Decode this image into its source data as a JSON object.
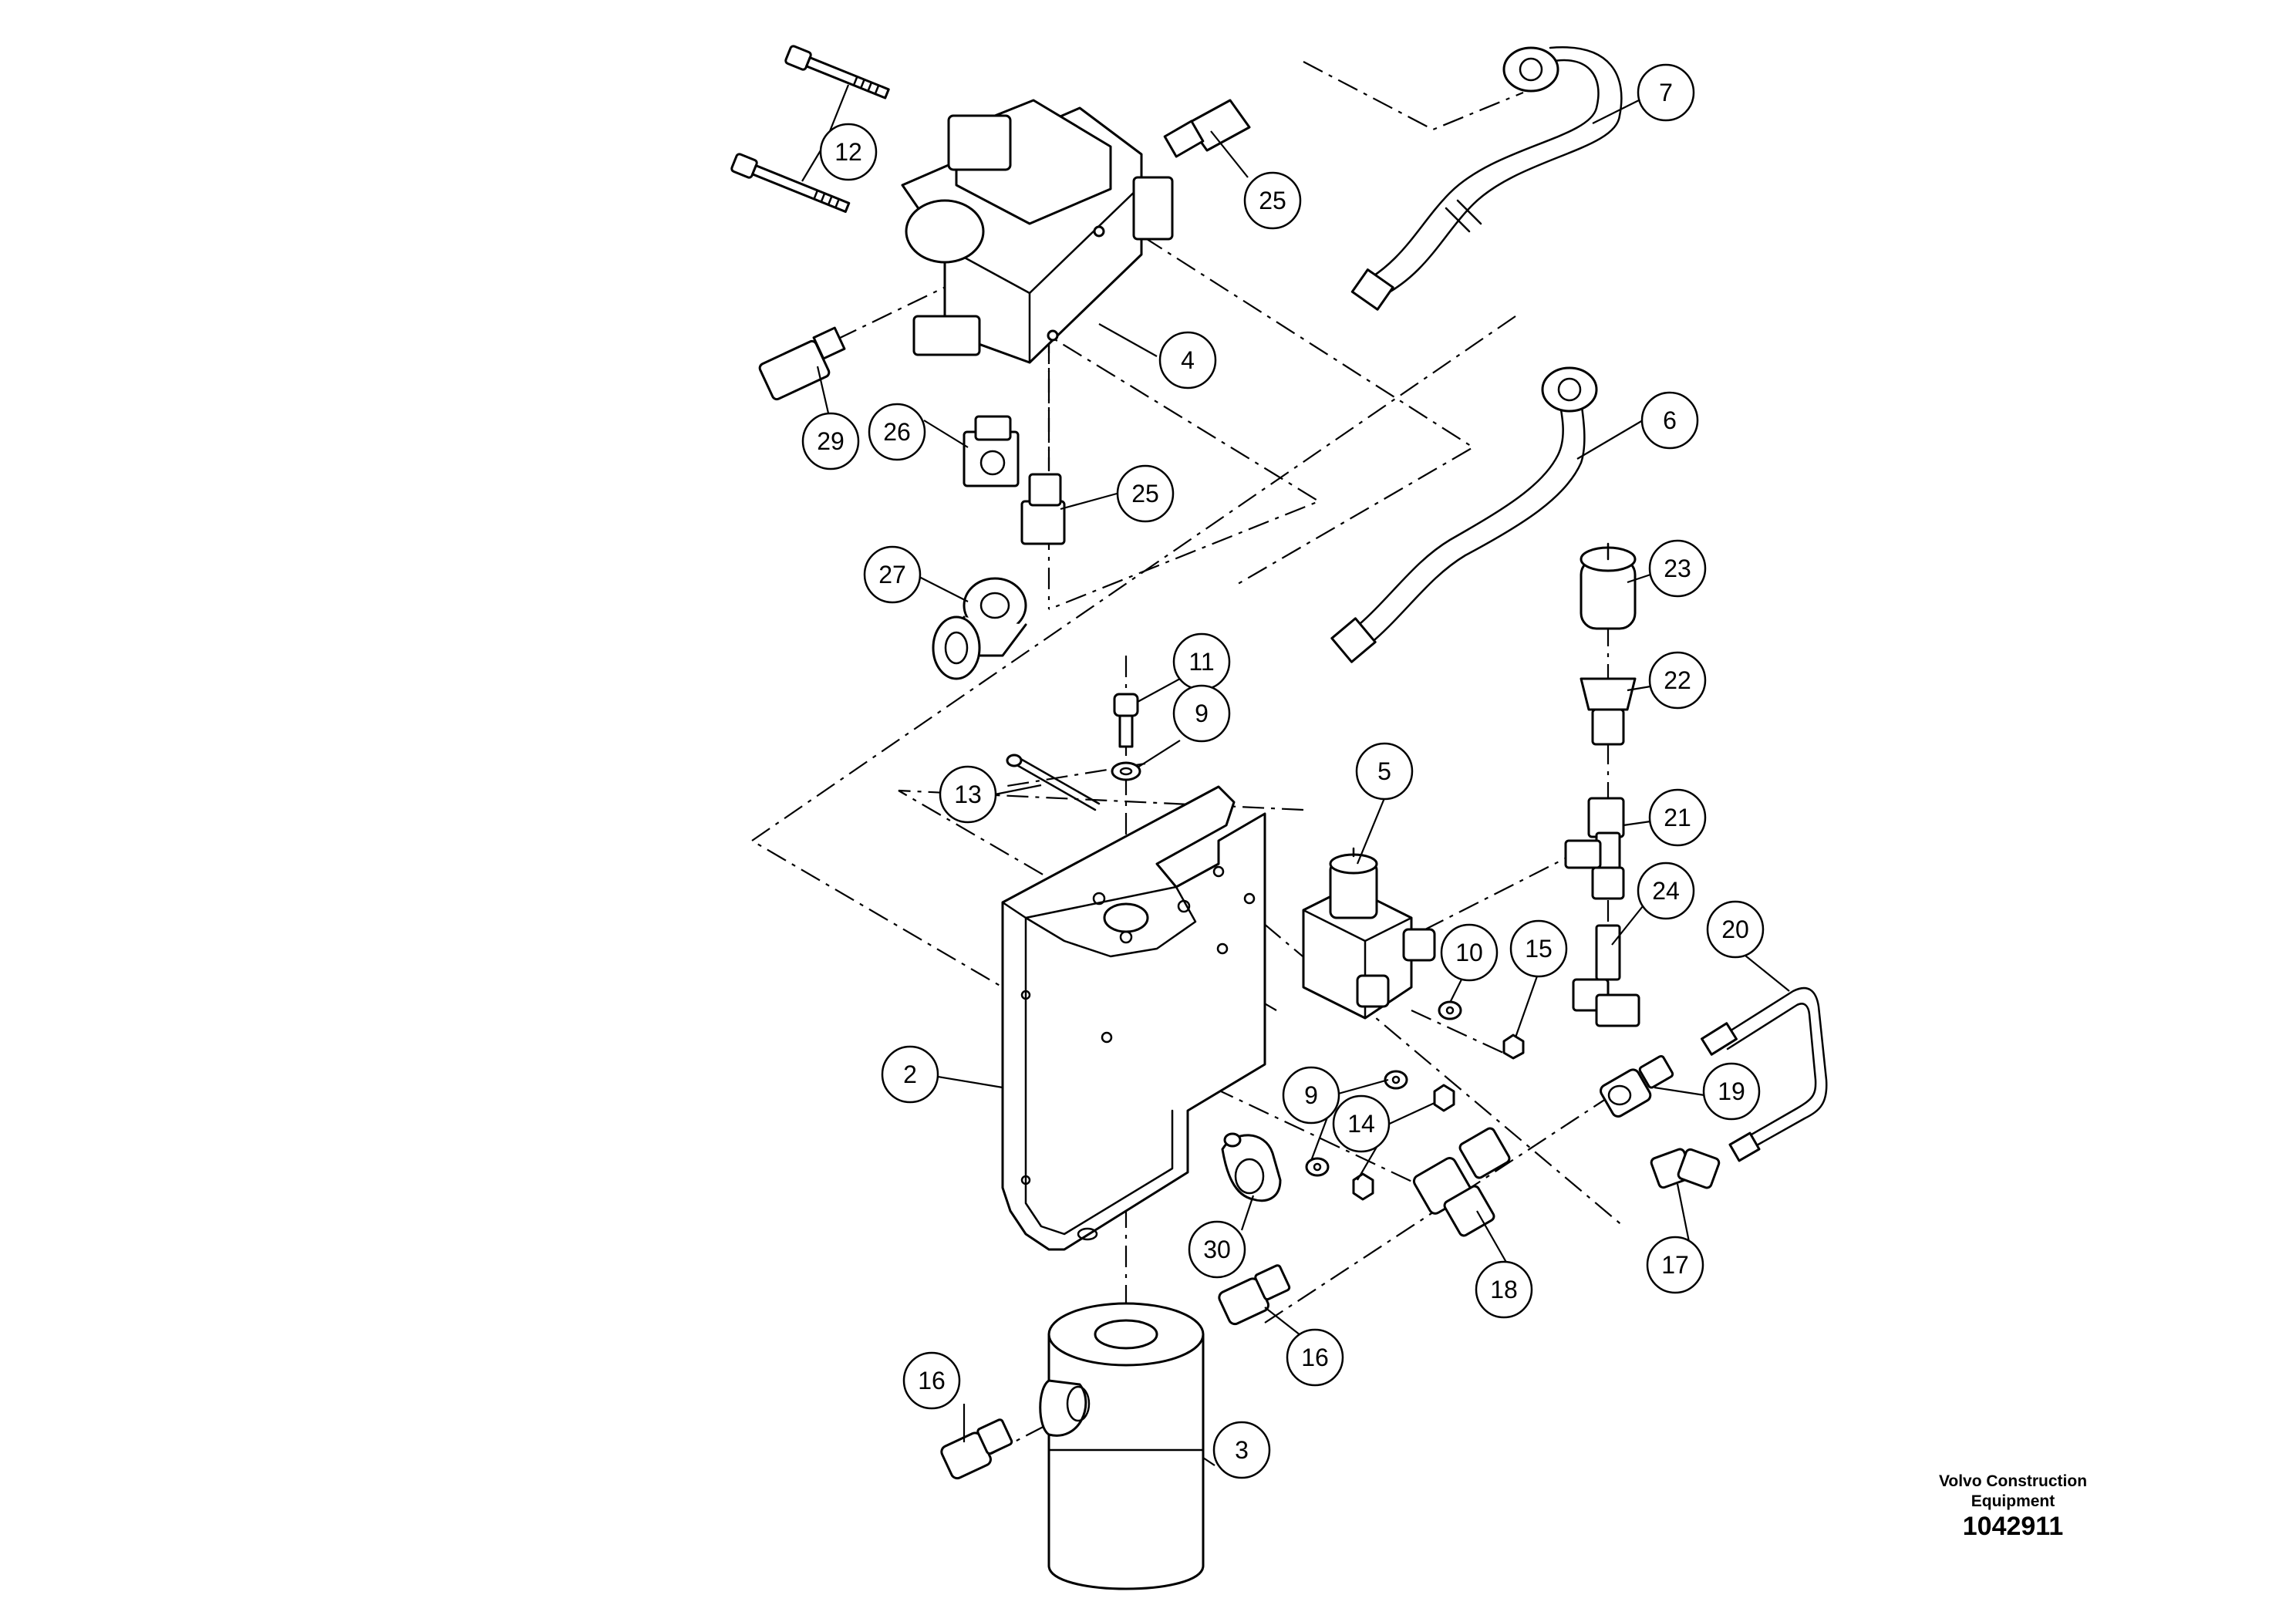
{
  "callouts": [
    {
      "label": "12"
    },
    {
      "label": "25"
    },
    {
      "label": "7"
    },
    {
      "label": "4"
    },
    {
      "label": "29"
    },
    {
      "label": "26"
    },
    {
      "label": "25"
    },
    {
      "label": "6"
    },
    {
      "label": "23"
    },
    {
      "label": "27"
    },
    {
      "label": "22"
    },
    {
      "label": "11"
    },
    {
      "label": "9"
    },
    {
      "label": "5"
    },
    {
      "label": "13"
    },
    {
      "label": "21"
    },
    {
      "label": "24"
    },
    {
      "label": "20"
    },
    {
      "label": "10"
    },
    {
      "label": "15"
    },
    {
      "label": "2"
    },
    {
      "label": "9"
    },
    {
      "label": "19"
    },
    {
      "label": "14"
    },
    {
      "label": "30"
    },
    {
      "label": "18"
    },
    {
      "label": "17"
    },
    {
      "label": "16"
    },
    {
      "label": "16"
    },
    {
      "label": "3"
    }
  ],
  "footer": {
    "maker_line1": "Volvo Construction",
    "maker_line2": "Equipment",
    "doc_number": "1042911"
  }
}
